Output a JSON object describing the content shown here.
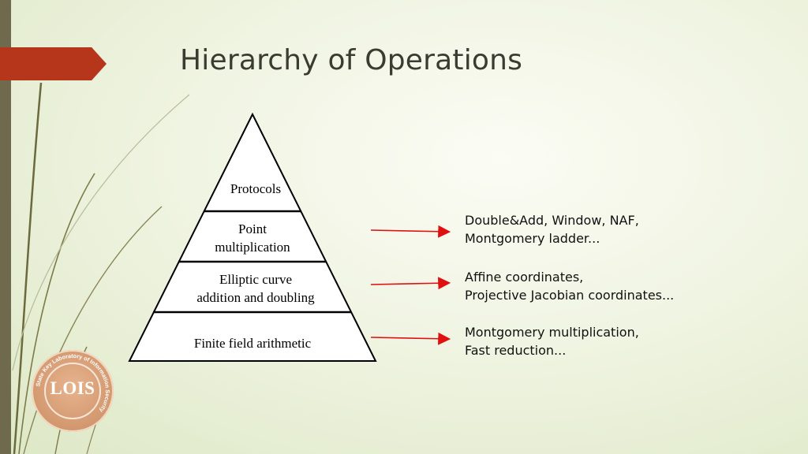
{
  "slide": {
    "title": "Hierarchy of Operations"
  },
  "pyramid": {
    "levels": [
      {
        "line1": "Protocols",
        "line2": ""
      },
      {
        "line1": "Point",
        "line2": "multiplication"
      },
      {
        "line1": "Elliptic curve",
        "line2": "addition and doubling"
      },
      {
        "line1": "Finite field arithmetic",
        "line2": ""
      }
    ]
  },
  "descriptions": [
    {
      "line1": "Double&Add, Window, NAF,",
      "line2": "Montgomery ladder..."
    },
    {
      "line1": "Affine coordinates,",
      "line2": "Projective Jacobian coordinates..."
    },
    {
      "line1": "Montgomery multiplication,",
      "line2": "Fast reduction..."
    }
  ],
  "logo": {
    "text": "LOIS",
    "ring_text": "State Key Laboratory of Information Security"
  },
  "colors": {
    "accent": "#b6361c",
    "arrow": "#e01010",
    "bar": "#6f6a4e"
  },
  "icons": {
    "arrow": "right-arrow-icon"
  }
}
